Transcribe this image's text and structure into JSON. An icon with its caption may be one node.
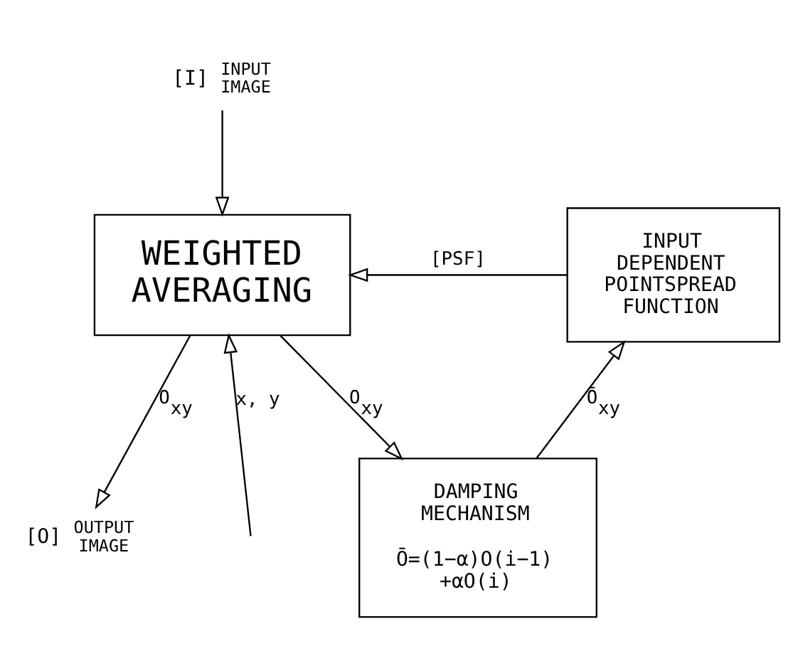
{
  "diagram": {
    "nodes": [
      {
        "text": [
          "[I]"
        ],
        "beside": [
          "INPUT IMAGE"
        ]
      },
      {
        "text": [
          "WEIGHTED AVERAGING"
        ]
      },
      {
        "text": [
          "INPUT DEPENDENT POINTSPREAD FUNCTION"
        ]
      },
      {
        "text": [
          "DAMPING MECHANISM",
          "Ō=(1−α)O(i−1) +αO(i)"
        ]
      },
      {
        "text": [
          "[O]"
        ],
        "beside": [
          "OUTPUT IMAGE"
        ]
      }
    ],
    "edges": [
      {
        "from": 0,
        "to": 1,
        "arrow": "to"
      },
      {
        "from": 2,
        "to": 1,
        "arrow": "to",
        "label": "[PSF]"
      },
      {
        "from": null,
        "to": 1,
        "arrow": "to",
        "label": "x, y"
      },
      {
        "from": 1,
        "to": 3,
        "arrow": "to",
        "label": "O$_{xy}$"
      },
      {
        "from": 1,
        "to": 4,
        "arrow": "to",
        "label": "O$_{xy}$"
      },
      {
        "from": 3,
        "to": 2,
        "arrow": "to",
        "label": "Ō$_{xy}$"
      }
    ]
  }
}
